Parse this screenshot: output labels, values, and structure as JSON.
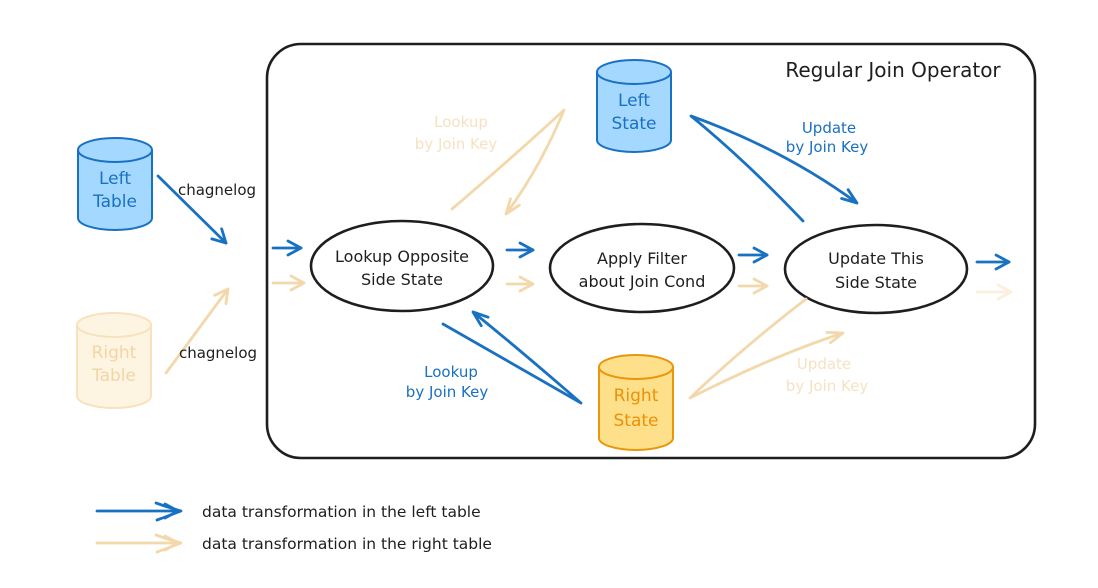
{
  "operator_box": {
    "title": "Regular Join Operator"
  },
  "external": {
    "left_table": {
      "line1": "Left",
      "line2": "Table"
    },
    "right_table": {
      "line1": "Right",
      "line2": "Table"
    },
    "left_changelog_label": "chagnelog",
    "right_changelog_label": "chagnelog"
  },
  "states": {
    "left_state": {
      "line1": "Left",
      "line2": "State"
    },
    "right_state": {
      "line1": "Right",
      "line2": "State"
    }
  },
  "steps": {
    "lookup": {
      "line1": "Lookup Opposite",
      "line2": "Side State"
    },
    "filter": {
      "line1": "Apply Filter",
      "line2": "about Join Cond"
    },
    "update": {
      "line1": "Update This",
      "line2": "Side State"
    }
  },
  "arrow_labels": {
    "lookup_faded": {
      "line1": "Lookup",
      "line2": "by Join Key"
    },
    "update_blue": {
      "line1": "Update",
      "line2": "by Join Key"
    },
    "lookup_blue": {
      "line1": "Lookup",
      "line2": "by Join Key"
    },
    "update_faded": {
      "line1": "Update",
      "line2": "by Join Key"
    }
  },
  "legend": {
    "left_label": "data transformation in the left table",
    "right_label": "data transformation in the right table"
  },
  "colors": {
    "blue": "#1971c2",
    "blue_fill": "#a5d8ff",
    "orange": "#e8960c",
    "orange_text": "#ec9006",
    "yellow_fill": "#ffe08a",
    "cream": "#f3d8ac",
    "cream_fill": "#fdf5e2",
    "ink": "#1e1e1e",
    "background": "#ffffff"
  }
}
